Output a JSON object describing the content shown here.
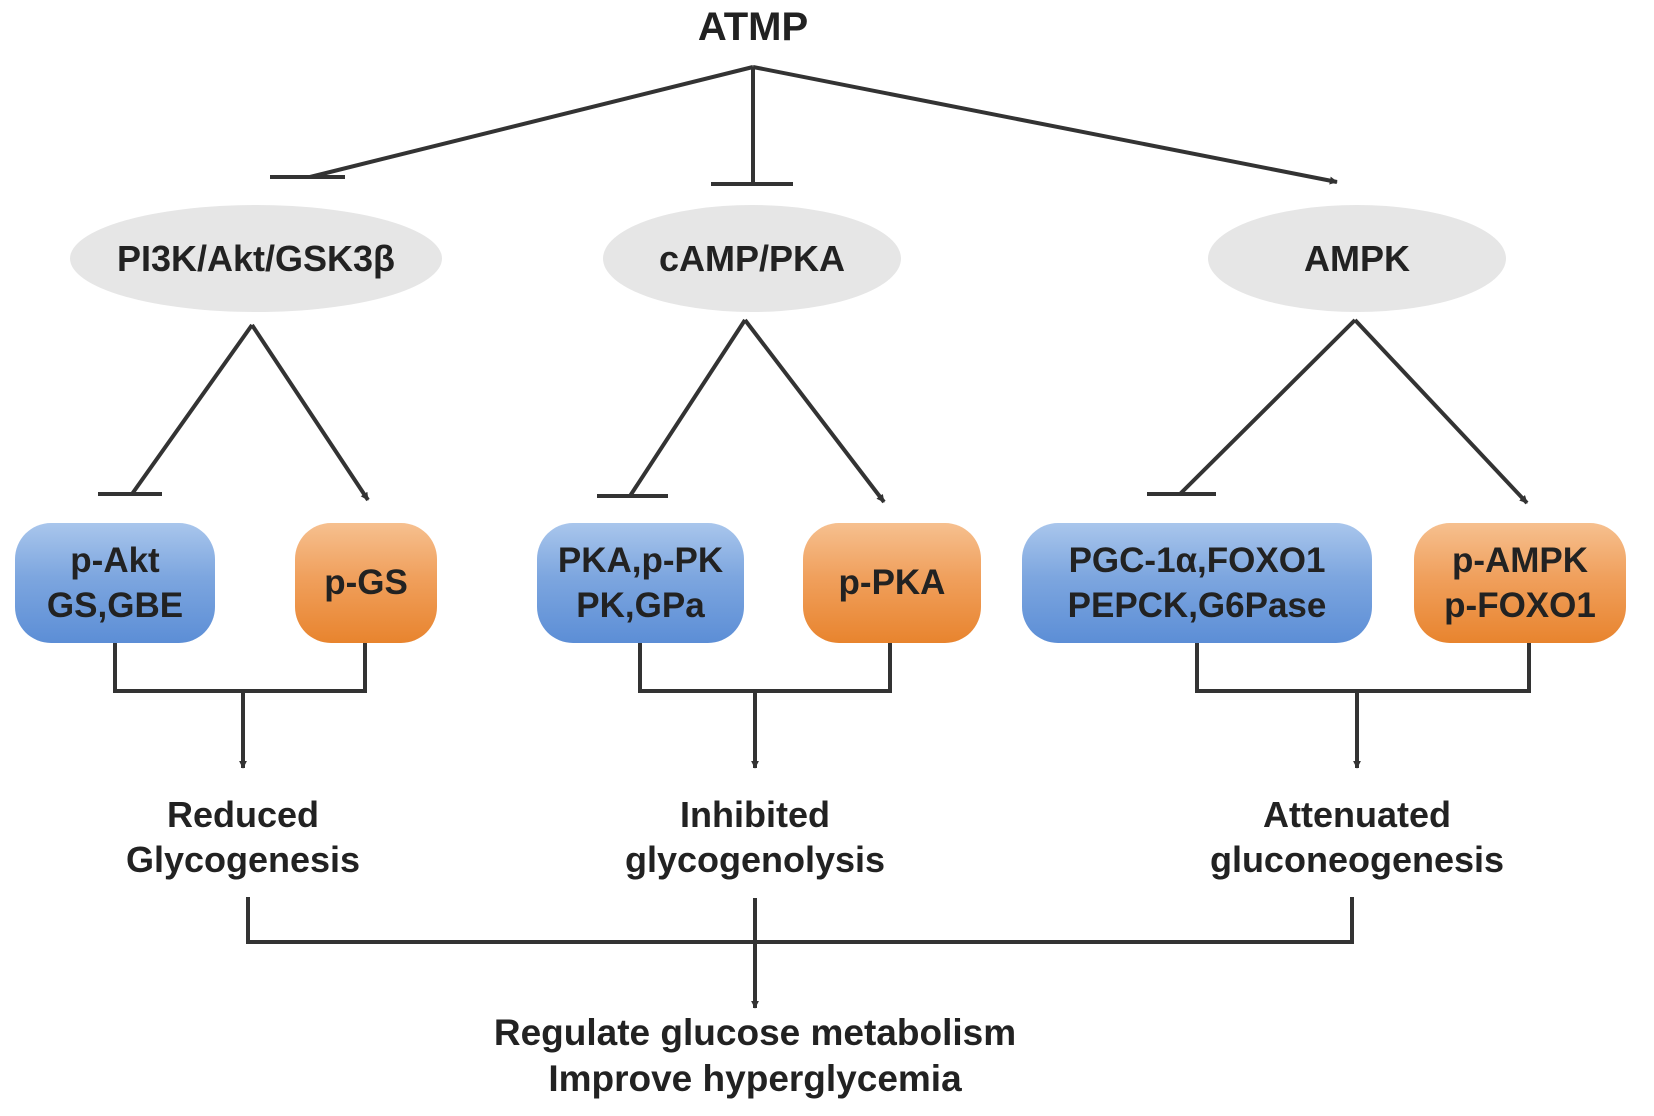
{
  "title": "ATMP",
  "pathways": [
    {
      "name": "PI3K/Akt/GSK3β",
      "inhibited_box": [
        "p-Akt",
        "GS,GBE"
      ],
      "activated_box": [
        "p-GS"
      ],
      "outcome": [
        "Reduced",
        "Glycogenesis"
      ]
    },
    {
      "name": "cAMP/PKA",
      "inhibited_box": [
        "PKA,p-PK",
        "PK,GPa"
      ],
      "activated_box": [
        "p-PKA"
      ],
      "outcome": [
        "Inhibited",
        "glycogenolysis"
      ]
    },
    {
      "name": "AMPK",
      "inhibited_box": [
        "PGC-1α,FOXO1",
        "PEPCK,G6Pase"
      ],
      "activated_box": [
        "p-AMPK",
        "p-FOXO1"
      ],
      "outcome": [
        "Attenuated",
        "gluconeogenesis"
      ]
    }
  ],
  "final_effects": [
    "Regulate glucose metabolism",
    "Improve hyperglycemia"
  ],
  "colors": {
    "line": "#333333",
    "oval": "#e6e6e6",
    "inhibited_box": "#6a98da",
    "activated_box": "#ee9848"
  }
}
